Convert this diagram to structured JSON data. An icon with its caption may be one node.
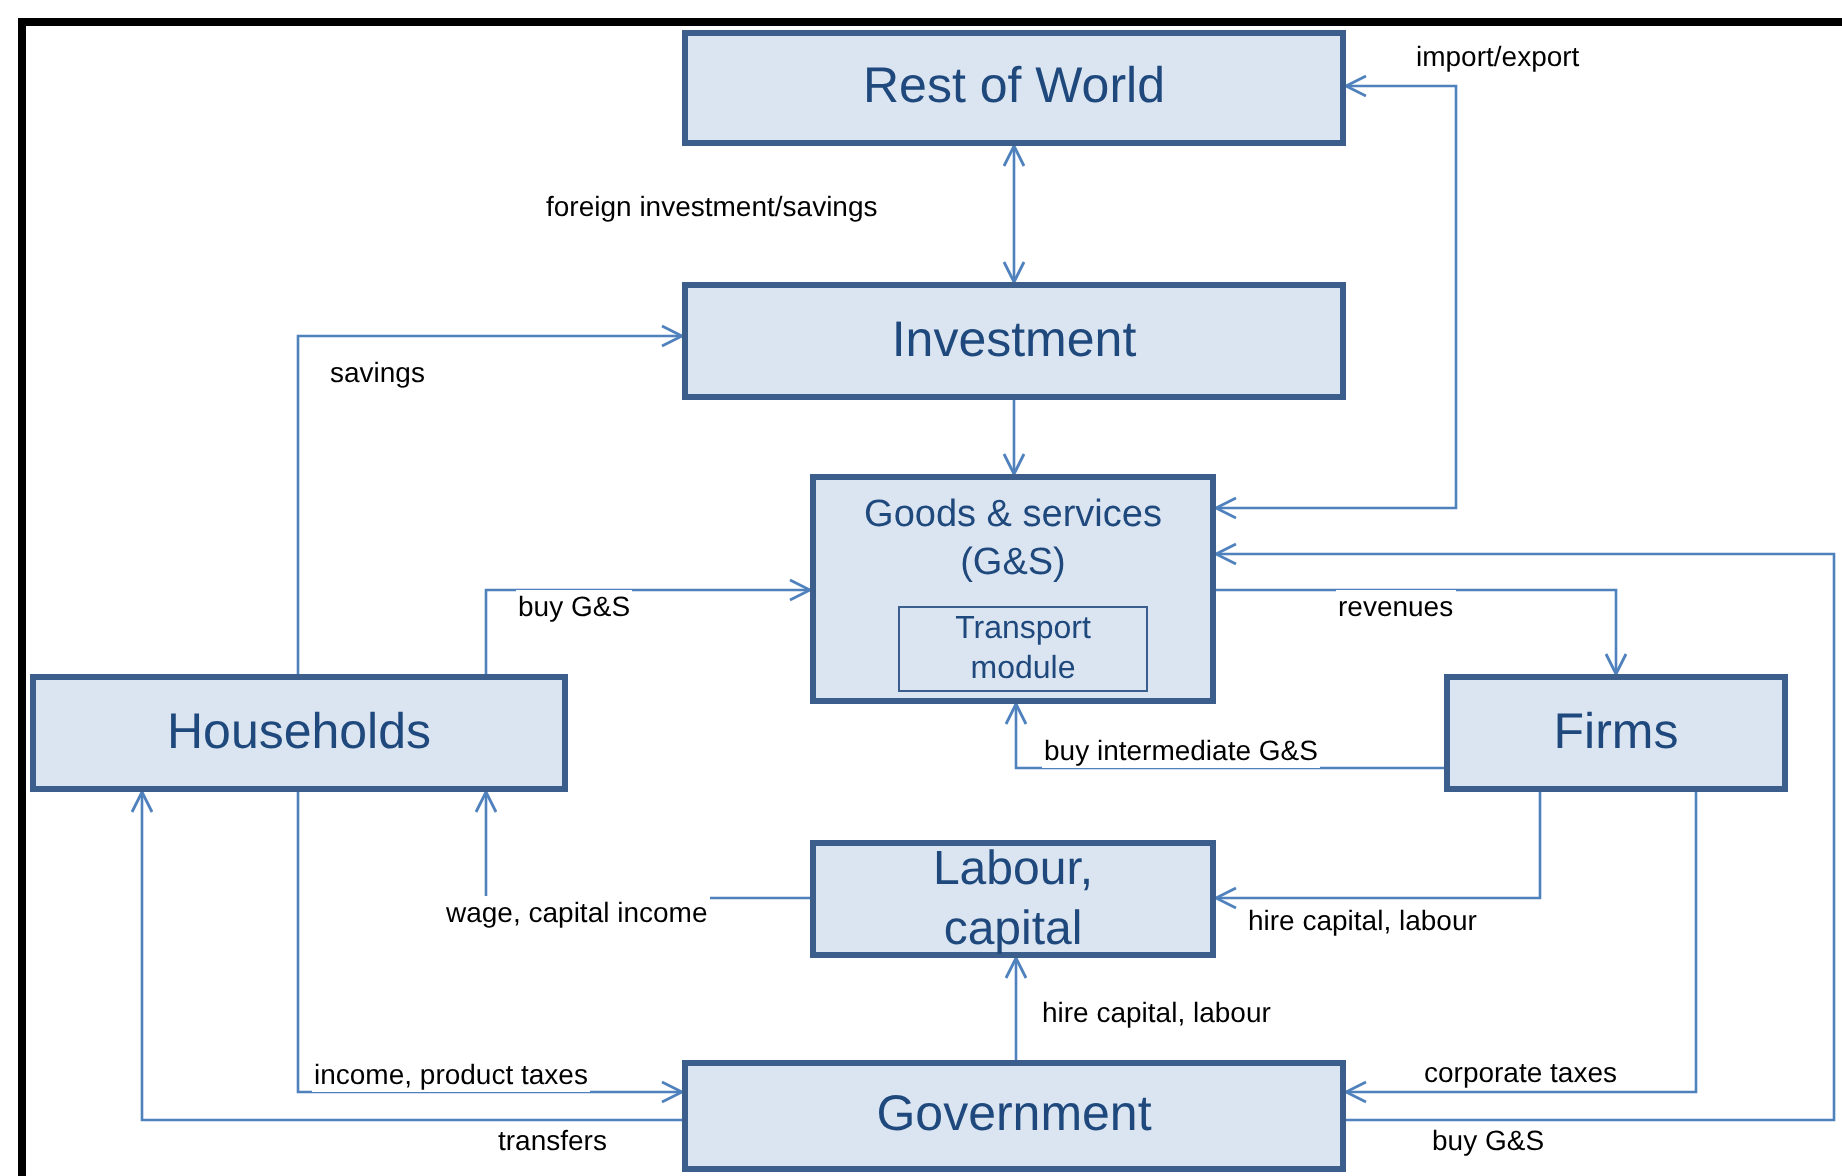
{
  "diagram": {
    "nodes": [
      {
        "text": [
          "Rest of World"
        ]
      },
      {
        "text": [
          "Investment"
        ]
      },
      {
        "text": [
          "Goods & services (G&S)"
        ]
      },
      {
        "text": [
          "Transport module"
        ],
        "in": 2
      },
      {
        "text": [
          "Households"
        ]
      },
      {
        "text": [
          "Firms"
        ]
      },
      {
        "text": [
          "Labour, capital"
        ]
      },
      {
        "text": [
          "Government"
        ]
      }
    ],
    "edges": [
      {
        "from": 0,
        "to": 1,
        "arrow": "both",
        "label": "foreign investment/savings"
      },
      {
        "from": 1,
        "to": 2,
        "arrow": "to"
      },
      {
        "from": 2,
        "to": 0,
        "arrow": "both",
        "label": "import/export"
      },
      {
        "from": 4,
        "to": 1,
        "arrow": "to",
        "label": "savings"
      },
      {
        "from": 4,
        "to": 2,
        "arrow": "to",
        "label": "buy G&S"
      },
      {
        "from": 2,
        "to": 5,
        "arrow": "to",
        "label": "revenues"
      },
      {
        "from": 5,
        "to": 2,
        "arrow": "to",
        "label": "buy intermediate G&S"
      },
      {
        "from": 5,
        "to": 6,
        "arrow": "to",
        "label": "hire capital, labour"
      },
      {
        "from": 6,
        "to": 4,
        "arrow": "to",
        "label": "wage, capital income"
      },
      {
        "from": 4,
        "to": 7,
        "arrow": "to",
        "label": "income, product taxes"
      },
      {
        "from": 7,
        "to": 4,
        "arrow": "to",
        "label": "transfers"
      },
      {
        "from": 7,
        "to": 6,
        "arrow": "to",
        "label": "hire capital, labour"
      },
      {
        "from": 5,
        "to": 7,
        "arrow": "to",
        "label": "corporate taxes"
      },
      {
        "from": 7,
        "to": 2,
        "arrow": "to",
        "label": "buy G&S"
      }
    ]
  }
}
